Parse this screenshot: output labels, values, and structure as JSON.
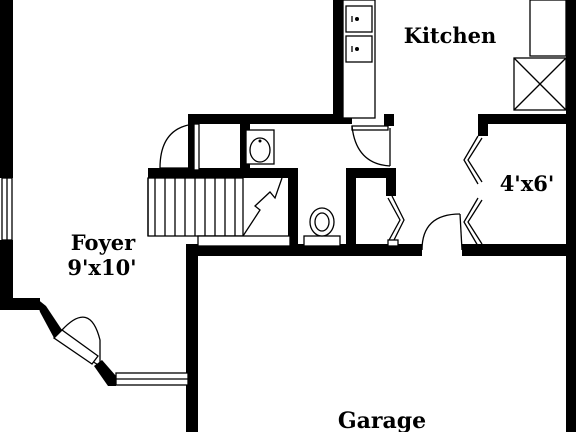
{
  "rooms": {
    "kitchen": {
      "name": "Kitchen"
    },
    "foyer": {
      "name": "Foyer",
      "dimensions": "9'x10'"
    },
    "closet": {
      "dimensions": "4'x6'"
    },
    "garage": {
      "name": "Garage"
    }
  },
  "colors": {
    "wall": "#000000",
    "background": "#ffffff"
  },
  "fixtures": [
    "double-sink-icon",
    "stove-icon",
    "bathroom-sink-icon",
    "toilet-icon",
    "staircase",
    "window"
  ]
}
